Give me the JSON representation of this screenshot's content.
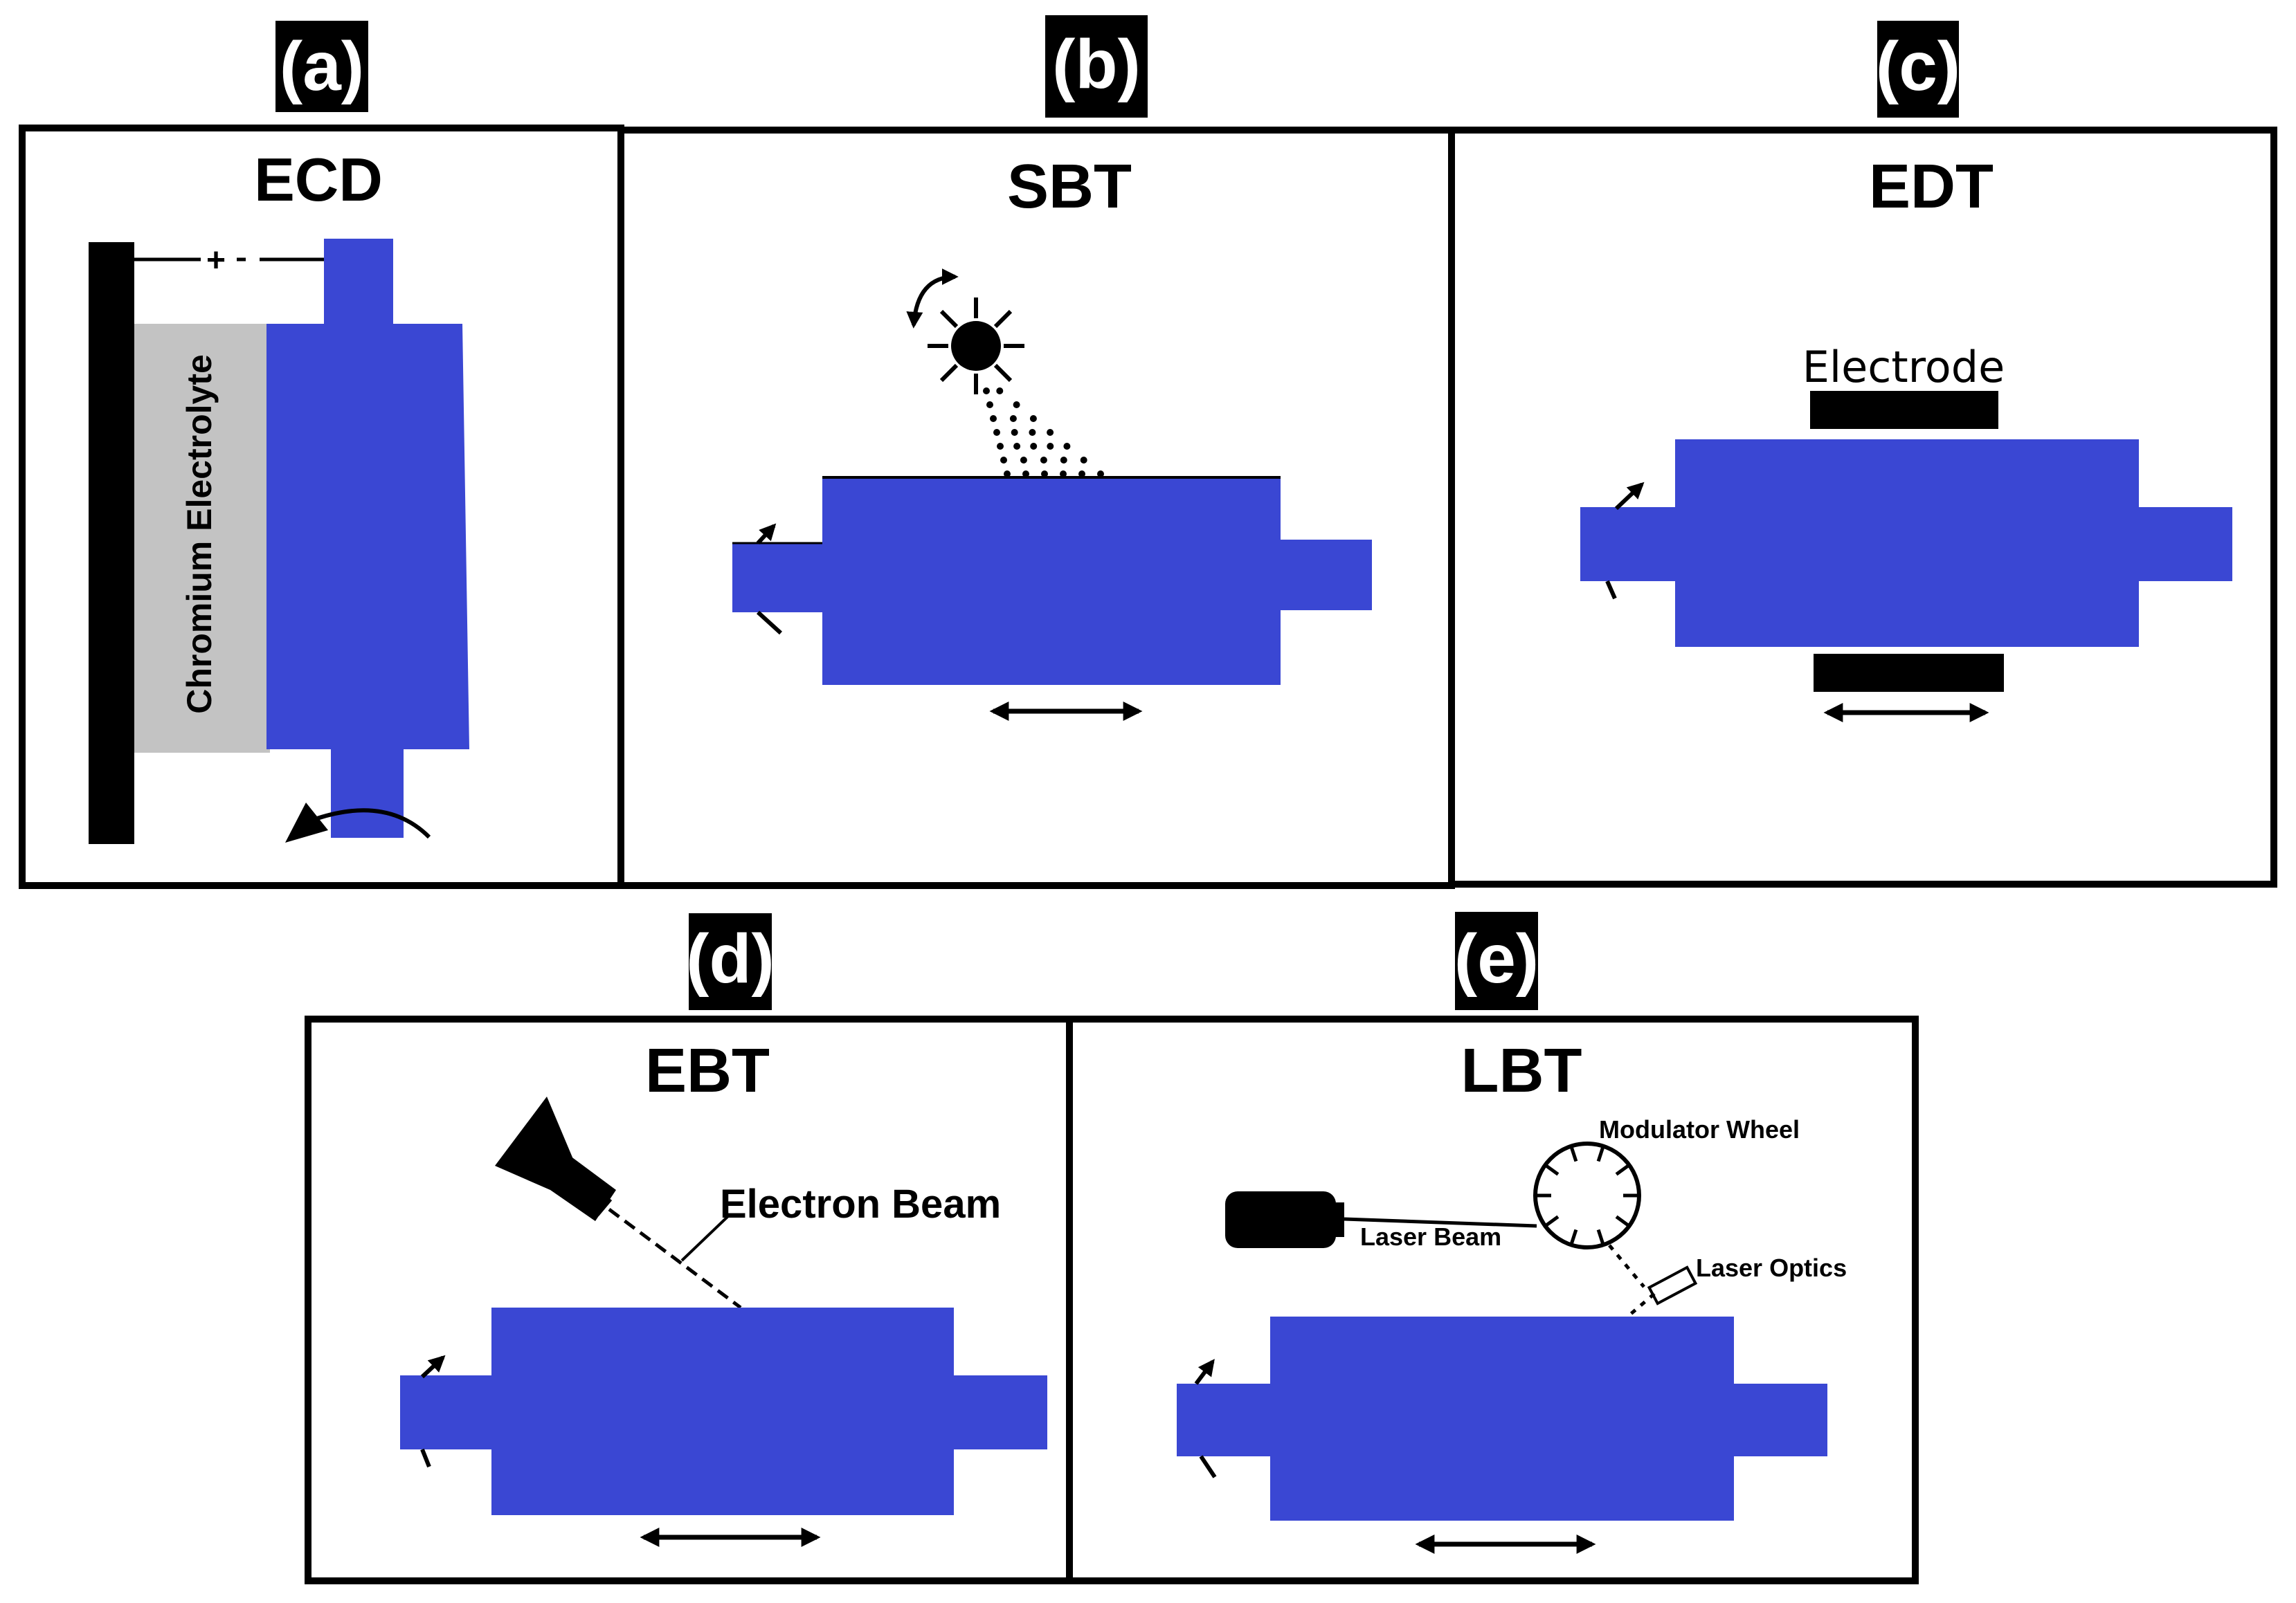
{
  "colors": {
    "workpiece": "#3a47d3",
    "electrolyte": "#c3c3c3",
    "ink": "#000000",
    "paper": "#ffffff"
  },
  "panels": {
    "a": {
      "tag": "(a)",
      "title": "ECD",
      "electrolyte_label": "Chromium Electrolyte",
      "plus_sign": "+",
      "minus_sign": "-"
    },
    "b": {
      "tag": "(b)",
      "title": "SBT"
    },
    "c": {
      "tag": "(c)",
      "title": "EDT",
      "electrode_label": "Electrode"
    },
    "d": {
      "tag": "(d)",
      "title": "EBT",
      "beam_label": "Electron Beam"
    },
    "e": {
      "tag": "(e)",
      "title": "LBT",
      "wheel_label": "Modulator Wheel",
      "beam_label": "Laser Beam",
      "optics_label": "Laser Optics"
    }
  },
  "icons": {
    "rotation": "rotation-arrow-icon",
    "traverse": "double-headed-arrow-icon",
    "shot_source": "shot-blast-nozzle-icon",
    "electron_gun": "electron-gun-icon",
    "laser_source": "laser-source-icon",
    "modulator": "modulator-wheel-icon",
    "optics": "laser-optics-icon"
  }
}
